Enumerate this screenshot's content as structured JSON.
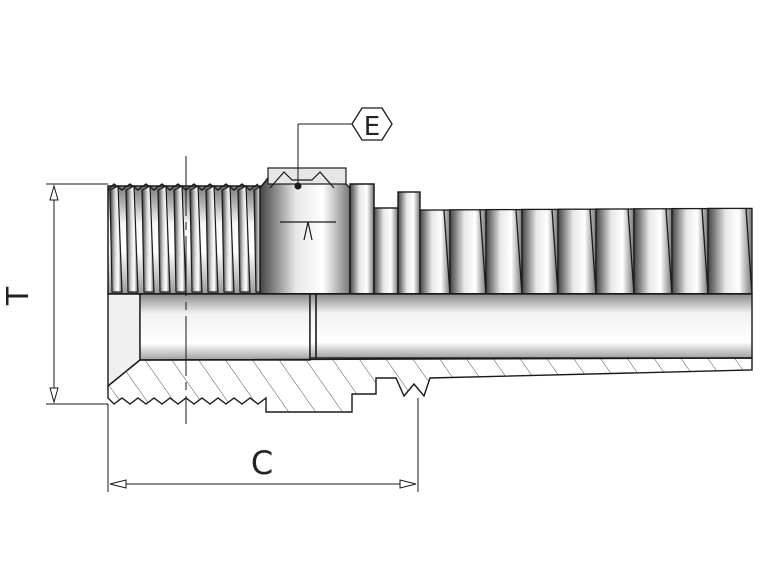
{
  "drawing": {
    "labels": {
      "hex": "E",
      "length": "C",
      "thread": "T"
    }
  },
  "colors": {
    "line": "#1a1a1a",
    "metal_light": "#f4f4f4",
    "metal_mid": "#bfbfbf",
    "metal_dark": "#6e6e6e",
    "background": "#ffffff"
  }
}
